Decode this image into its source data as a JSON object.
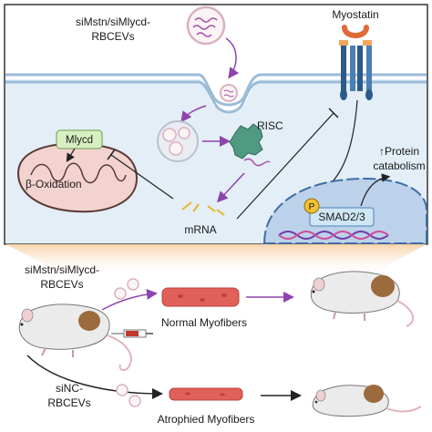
{
  "labels": {
    "treatment_line1": "siMstn/siMlycd-",
    "treatment_line2": "RBCEVs",
    "myostatin": "Myostatin",
    "risc": "RISC",
    "mlycd": "Mlycd",
    "beta_oxidation": "β-Oxidation",
    "mrna": "mRNA",
    "protein_line1": "↑Protein",
    "protein_line2": "catabolism",
    "p_badge": "P",
    "smad": "SMAD2/3",
    "lower_treatment_line1": "siMstn/siMlycd-",
    "lower_treatment_line2": "RBCEVs",
    "normal_myofibers": "Normal Myofibers",
    "control_line1": "siNC-",
    "control_line2": "RBCEVs",
    "atrophied_myofibers": "Atrophied Myofibers"
  },
  "colors": {
    "cell_bg": "#e3eef7",
    "membrane": "#9bbcd8",
    "nucleus": "#bcd2ea",
    "mitochondria": "#f3d3cf",
    "muscle": "#e0615a",
    "arrow_purple": "#8e44ad",
    "risc": "#4f9a80",
    "mlycd_box": "#d8efc2",
    "smad_box": "#cfe6f5",
    "p_badge": "#f2c230"
  }
}
